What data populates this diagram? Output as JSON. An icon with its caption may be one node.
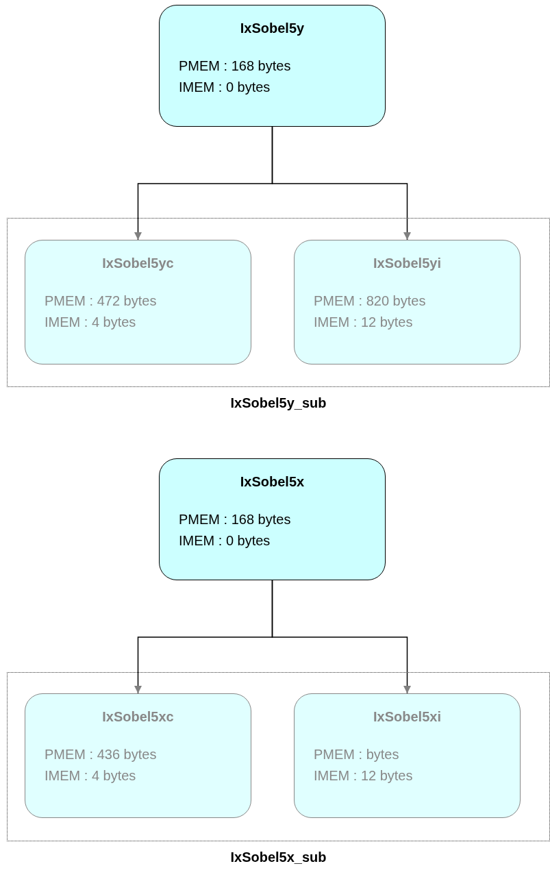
{
  "diagram": {
    "nodes": [
      {
        "text": [
          "IxSobel5y",
          "PMEM : 168 bytes",
          "IMEM : 0 bytes"
        ]
      },
      {
        "text": [
          "IxSobel5y_sub"
        ]
      },
      {
        "text": [
          "IxSobel5yc",
          "PMEM : 472 bytes",
          "IMEM : 4 bytes"
        ],
        "in": 1
      },
      {
        "text": [
          "IxSobel5yi",
          "PMEM : 820 bytes",
          "IMEM : 12 bytes"
        ],
        "in": 1
      },
      {
        "text": [
          "IxSobel5x",
          "PMEM : 168 bytes",
          "IMEM : 0 bytes"
        ]
      },
      {
        "text": [
          "IxSobel5x_sub"
        ]
      },
      {
        "text": [
          "IxSobel5xc",
          "PMEM : 436 bytes",
          "IMEM : 4 bytes"
        ],
        "in": 5
      },
      {
        "text": [
          "IxSobel5xi",
          "PMEM : bytes",
          "IMEM : 12 bytes"
        ],
        "in": 5
      }
    ],
    "edges": [
      {
        "from": 0,
        "to": 2,
        "arrow": "to"
      },
      {
        "from": 0,
        "to": 3,
        "arrow": "to"
      },
      {
        "from": 4,
        "to": 6,
        "arrow": "to"
      },
      {
        "from": 4,
        "to": 7,
        "arrow": "to"
      }
    ]
  }
}
